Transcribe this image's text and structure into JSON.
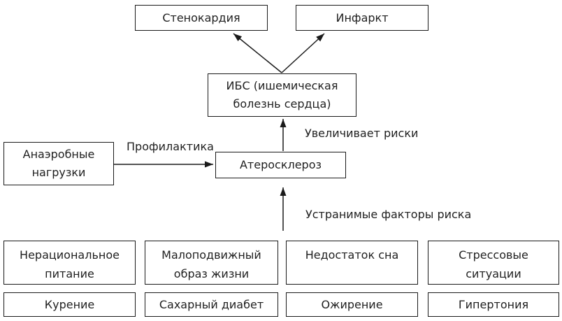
{
  "diagram": {
    "language": "ru",
    "topic": "ИБС (ишемическая болезнь сердца) — факторы риска и профилактика",
    "nodes": {
      "stenokardia": {
        "label": "Стенокардия"
      },
      "infarkt": {
        "label": "Инфаркт"
      },
      "ibs": {
        "label": [
          "ИБС (ишемическая",
          "болезнь сердца)"
        ]
      },
      "anaerobic_load": {
        "label": [
          "Анаэробные",
          "нагрузки"
        ]
      },
      "atherosclerosis": {
        "label": "Атеросклероз"
      }
    },
    "edge_labels": {
      "prophylaxis": "Профилактика",
      "increases_risks": "Увеличивает риски",
      "removable_risk_factors": "Устранимые факторы риска"
    },
    "edges": [
      {
        "from": "ibs",
        "to": "stenokardia"
      },
      {
        "from": "ibs",
        "to": "infarkt"
      },
      {
        "from": "atherosclerosis",
        "to": "ibs",
        "label_key": "increases_risks"
      },
      {
        "from": "anaerobic_load",
        "to": "atherosclerosis",
        "label_key": "prophylaxis"
      },
      {
        "from": "risk_factors_group",
        "to": "atherosclerosis",
        "label_key": "removable_risk_factors"
      }
    ],
    "risk_factors": [
      {
        "label": [
          "Нерациональное",
          "питание"
        ]
      },
      {
        "label": [
          "Малоподвижный",
          "образ жизни"
        ]
      },
      {
        "label": "Недостаток сна"
      },
      {
        "label": [
          "Стрессовые",
          "ситуации"
        ]
      },
      {
        "label": "Курение"
      },
      {
        "label": "Сахарный диабет"
      },
      {
        "label": "Ожирение"
      },
      {
        "label": "Гипертония"
      }
    ],
    "colors": {
      "border": "#1a1a1a",
      "text": "#1f1f1f",
      "background": "#ffffff",
      "arrow": "#1a1a1a"
    }
  }
}
